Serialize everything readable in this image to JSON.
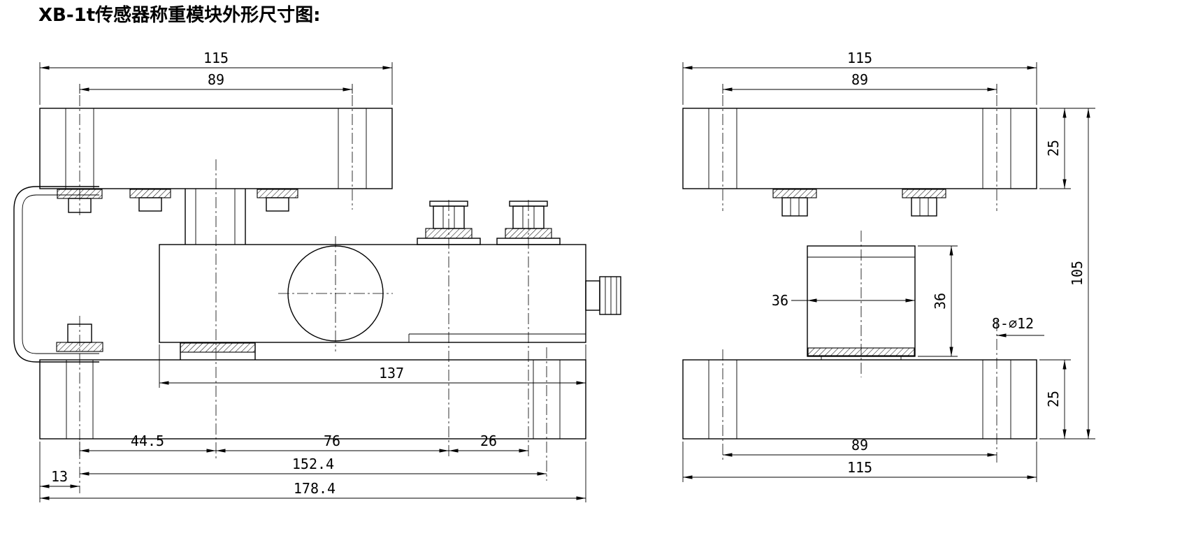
{
  "title": "XB-1t传感器称重模块外形尺寸图:",
  "front_view": {
    "dim_top_width": "115",
    "dim_top_holes": "89",
    "dim_body_length": "137",
    "dim_seg_a": "44.5",
    "dim_seg_b": "76",
    "dim_seg_c": "26",
    "dim_base_holes": "152.4",
    "dim_edge_offset": "13",
    "dim_base_length": "178.4"
  },
  "side_view": {
    "dim_top_width": "115",
    "dim_top_holes": "89",
    "dim_top_plate_thickness": "25",
    "dim_overall_height": "105",
    "dim_block_width": "36",
    "dim_block_height": "36",
    "dim_holes_note": "8-∅12",
    "dim_bottom_plate_thickness": "25",
    "dim_bottom_holes": "89",
    "dim_bottom_width": "115"
  }
}
